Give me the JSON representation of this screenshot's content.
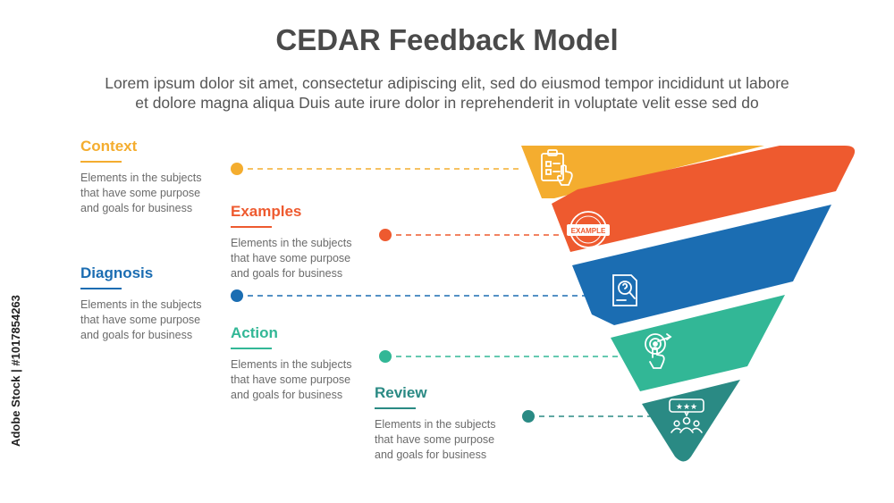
{
  "title": "CEDAR Feedback Model",
  "subtitle_line1": "Lorem ipsum dolor sit amet, consectetur adipiscing elit, sed do eiusmod tempor incididunt ut labore",
  "subtitle_line2": "et dolore magna aliqua Duis aute irure dolor in reprehenderit in voluptate velit esse sed do",
  "watermark": "Adobe Stock | #1017854263",
  "items": [
    {
      "heading": "Context",
      "desc": [
        "Elements in the subjects",
        "that have some purpose",
        "and goals for business"
      ],
      "color": "#f4ad2f",
      "icon": "clipboard-checklist-icon"
    },
    {
      "heading": "Examples",
      "desc": [
        "Elements in the subjects",
        "that have some purpose",
        "and goals for business"
      ],
      "color": "#ee5a2f",
      "icon_text": "EXAMPLE",
      "icon": "example-stamp-icon"
    },
    {
      "heading": "Diagnosis",
      "desc": [
        "Elements in the subjects",
        "that have some purpose",
        "and goals for business"
      ],
      "color": "#1b6db2",
      "icon": "document-question-icon"
    },
    {
      "heading": "Action",
      "desc": [
        "Elements in the subjects",
        "that have some purpose",
        "and goals for business"
      ],
      "color": "#32b796",
      "icon": "target-hand-icon"
    },
    {
      "heading": "Review",
      "desc": [
        "Elements in the subjects",
        "that have some purpose",
        "and goals for business"
      ],
      "color": "#2a8a84",
      "icon": "rating-stars-people-icon"
    }
  ]
}
